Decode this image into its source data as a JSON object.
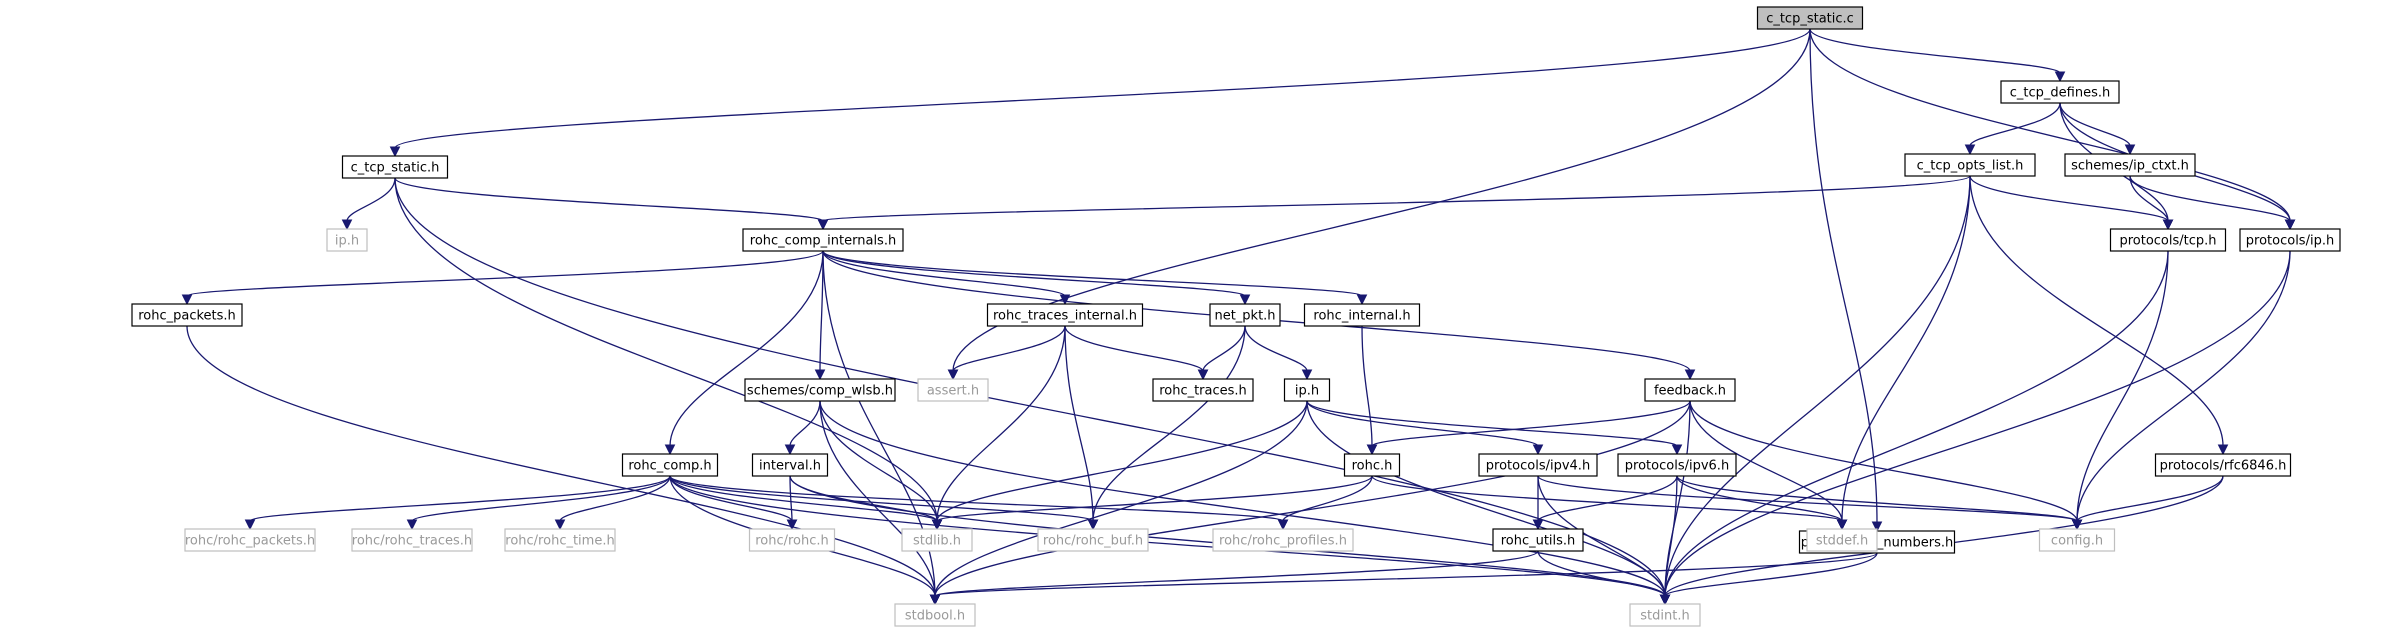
{
  "graph": {
    "edge_color": "#191970",
    "nodes": [
      {
        "id": "n0",
        "label": "c_tcp_static.c",
        "kind": "root"
      },
      {
        "id": "n1",
        "label": "c_tcp_static.h",
        "kind": "doc"
      },
      {
        "id": "n2",
        "label": "assert.h",
        "kind": "ext"
      },
      {
        "id": "n3",
        "label": "protocols/ip_numbers.h",
        "kind": "doc"
      },
      {
        "id": "n4",
        "label": "c_tcp_defines.h",
        "kind": "doc"
      },
      {
        "id": "n5",
        "label": "protocols/ip.h",
        "kind": "doc"
      },
      {
        "id": "n6",
        "label": "ip.h",
        "kind": "ext"
      },
      {
        "id": "n7",
        "label": "rohc_comp_internals.h",
        "kind": "doc"
      },
      {
        "id": "n8",
        "label": "stdlib.h",
        "kind": "ext"
      },
      {
        "id": "n9",
        "label": "stdint.h",
        "kind": "ext"
      },
      {
        "id": "n10",
        "label": "c_tcp_opts_list.h",
        "kind": "doc"
      },
      {
        "id": "n11",
        "label": "schemes/ip_ctxt.h",
        "kind": "doc"
      },
      {
        "id": "n12",
        "label": "protocols/tcp.h",
        "kind": "doc"
      },
      {
        "id": "n13",
        "label": "rohc_packets.h",
        "kind": "doc"
      },
      {
        "id": "n14",
        "label": "schemes/comp_wlsb.h",
        "kind": "doc"
      },
      {
        "id": "n15",
        "label": "rohc_comp.h",
        "kind": "doc"
      },
      {
        "id": "n16",
        "label": "rohc_traces_internal.h",
        "kind": "doc"
      },
      {
        "id": "n17",
        "label": "net_pkt.h",
        "kind": "doc"
      },
      {
        "id": "n18",
        "label": "rohc_internal.h",
        "kind": "doc"
      },
      {
        "id": "n19",
        "label": "feedback.h",
        "kind": "doc"
      },
      {
        "id": "n20",
        "label": "stdbool.h",
        "kind": "ext"
      },
      {
        "id": "n21",
        "label": "interval.h",
        "kind": "doc"
      },
      {
        "id": "n22",
        "label": "rohc/rohc_buf.h",
        "kind": "ext"
      },
      {
        "id": "n23",
        "label": "rohc/rohc_packets.h",
        "kind": "ext"
      },
      {
        "id": "n24",
        "label": "rohc/rohc_traces.h",
        "kind": "ext"
      },
      {
        "id": "n25",
        "label": "rohc/rohc_time.h",
        "kind": "ext"
      },
      {
        "id": "n26",
        "label": "rohc/rohc.h",
        "kind": "ext"
      },
      {
        "id": "n27",
        "label": "rohc/rohc_profiles.h",
        "kind": "ext"
      },
      {
        "id": "n28",
        "label": "rohc_traces.h",
        "kind": "doc"
      },
      {
        "id": "n29",
        "label": "ip.h",
        "kind": "doc"
      },
      {
        "id": "n30",
        "label": "rohc.h",
        "kind": "doc"
      },
      {
        "id": "n31",
        "label": "protocols/ipv4.h",
        "kind": "doc"
      },
      {
        "id": "n32",
        "label": "protocols/ipv6.h",
        "kind": "doc"
      },
      {
        "id": "n33",
        "label": "rohc_utils.h",
        "kind": "doc"
      },
      {
        "id": "n34",
        "label": "config.h",
        "kind": "ext"
      },
      {
        "id": "n35",
        "label": "stddef.h",
        "kind": "ext"
      },
      {
        "id": "n36",
        "label": "protocols/rfc6846.h",
        "kind": "doc"
      }
    ],
    "edges": [
      [
        "n0",
        "n1"
      ],
      [
        "n0",
        "n2"
      ],
      [
        "n0",
        "n3"
      ],
      [
        "n0",
        "n4"
      ],
      [
        "n0",
        "n5"
      ],
      [
        "n1",
        "n6"
      ],
      [
        "n1",
        "n7"
      ],
      [
        "n1",
        "n8"
      ],
      [
        "n1",
        "n9"
      ],
      [
        "n4",
        "n10"
      ],
      [
        "n4",
        "n11"
      ],
      [
        "n4",
        "n12"
      ],
      [
        "n4",
        "n5"
      ],
      [
        "n7",
        "n13"
      ],
      [
        "n7",
        "n14"
      ],
      [
        "n7",
        "n15"
      ],
      [
        "n7",
        "n16"
      ],
      [
        "n7",
        "n17"
      ],
      [
        "n7",
        "n18"
      ],
      [
        "n7",
        "n19"
      ],
      [
        "n7",
        "n20"
      ],
      [
        "n10",
        "n7"
      ],
      [
        "n10",
        "n12"
      ],
      [
        "n10",
        "n36"
      ],
      [
        "n10",
        "n35"
      ],
      [
        "n10",
        "n9"
      ],
      [
        "n11",
        "n12"
      ],
      [
        "n11",
        "n5"
      ],
      [
        "n12",
        "n34"
      ],
      [
        "n12",
        "n9"
      ],
      [
        "n5",
        "n34"
      ],
      [
        "n5",
        "n9"
      ],
      [
        "n13",
        "n20"
      ],
      [
        "n14",
        "n21"
      ],
      [
        "n14",
        "n8"
      ],
      [
        "n14",
        "n9"
      ],
      [
        "n14",
        "n20"
      ],
      [
        "n15",
        "n23"
      ],
      [
        "n15",
        "n24"
      ],
      [
        "n15",
        "n25"
      ],
      [
        "n15",
        "n26"
      ],
      [
        "n15",
        "n22"
      ],
      [
        "n15",
        "n27"
      ],
      [
        "n15",
        "n8"
      ],
      [
        "n15",
        "n20"
      ],
      [
        "n15",
        "n9"
      ],
      [
        "n16",
        "n2"
      ],
      [
        "n16",
        "n28"
      ],
      [
        "n16",
        "n22"
      ],
      [
        "n16",
        "n8"
      ],
      [
        "n17",
        "n28"
      ],
      [
        "n17",
        "n29"
      ],
      [
        "n17",
        "n22"
      ],
      [
        "n18",
        "n30"
      ],
      [
        "n19",
        "n30"
      ],
      [
        "n19",
        "n35"
      ],
      [
        "n19",
        "n34"
      ],
      [
        "n19",
        "n20"
      ],
      [
        "n19",
        "n9"
      ],
      [
        "n21",
        "n26"
      ],
      [
        "n21",
        "n8"
      ],
      [
        "n21",
        "n9"
      ],
      [
        "n29",
        "n8"
      ],
      [
        "n29",
        "n31"
      ],
      [
        "n29",
        "n32"
      ],
      [
        "n29",
        "n20"
      ],
      [
        "n29",
        "n9"
      ],
      [
        "n30",
        "n8"
      ],
      [
        "n30",
        "n27"
      ],
      [
        "n30",
        "n35"
      ],
      [
        "n31",
        "n33"
      ],
      [
        "n31",
        "n34"
      ],
      [
        "n31",
        "n9"
      ],
      [
        "n32",
        "n33"
      ],
      [
        "n32",
        "n35"
      ],
      [
        "n32",
        "n34"
      ],
      [
        "n32",
        "n9"
      ],
      [
        "n33",
        "n20"
      ],
      [
        "n33",
        "n9"
      ],
      [
        "n3",
        "n20"
      ],
      [
        "n3",
        "n9"
      ],
      [
        "n36",
        "n34"
      ],
      [
        "n36",
        "n9"
      ]
    ]
  }
}
